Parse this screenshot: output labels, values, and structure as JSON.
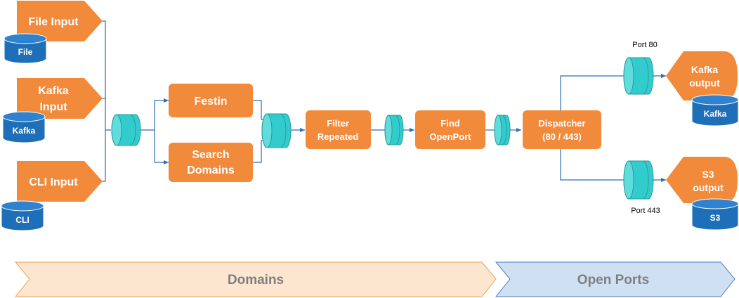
{
  "inputs": [
    {
      "label": [
        "File Input"
      ],
      "db": "File"
    },
    {
      "label": [
        "Kafka",
        "Input"
      ],
      "db": "Kafka"
    },
    {
      "label": [
        "CLI Input"
      ],
      "db": "CLI"
    }
  ],
  "processes": {
    "festin": [
      "Festin"
    ],
    "search_domains": [
      "Search",
      "Domains"
    ],
    "filter_repeated": [
      "Filter",
      "Repeated"
    ],
    "find_openport": [
      "Find",
      "OpenPort"
    ],
    "dispatcher": [
      "Dispatcher",
      "(80 / 443)"
    ]
  },
  "outputs": [
    {
      "label": [
        "Kafka",
        "output"
      ],
      "db": "Kafka",
      "port": "Port 80"
    },
    {
      "label": [
        "S3",
        "output"
      ],
      "db": "S3",
      "port": "Port 443"
    }
  ],
  "bands": {
    "left": "Domains",
    "right": "Open Ports"
  },
  "colors": {
    "process": "#f28a3b",
    "queue": "#33cccc",
    "database": "#1f6fb8",
    "connector": "#2e6db4",
    "band_left_fill": "#fce6cf",
    "band_left_stroke": "#f0a050",
    "band_right_fill": "#cfe0f2",
    "band_right_stroke": "#4a7fbf"
  }
}
